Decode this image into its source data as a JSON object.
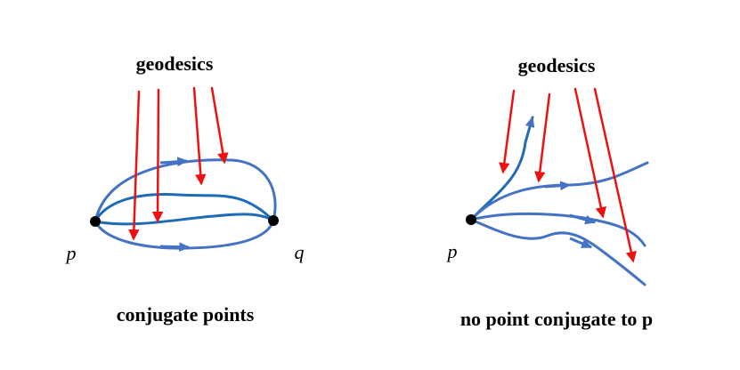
{
  "left_panel": {
    "title": "geodesics",
    "caption": "conjugate points",
    "point_p": "p",
    "point_q": "q"
  },
  "right_panel": {
    "title": "geodesics",
    "caption": "no point conjugate to p",
    "point_p": "p"
  },
  "colors": {
    "geodesic_blue": "#4472c4",
    "geodesic_blue_dark": "#1f6bb5",
    "vector_red": "#ee1111",
    "point_black": "#000000"
  }
}
